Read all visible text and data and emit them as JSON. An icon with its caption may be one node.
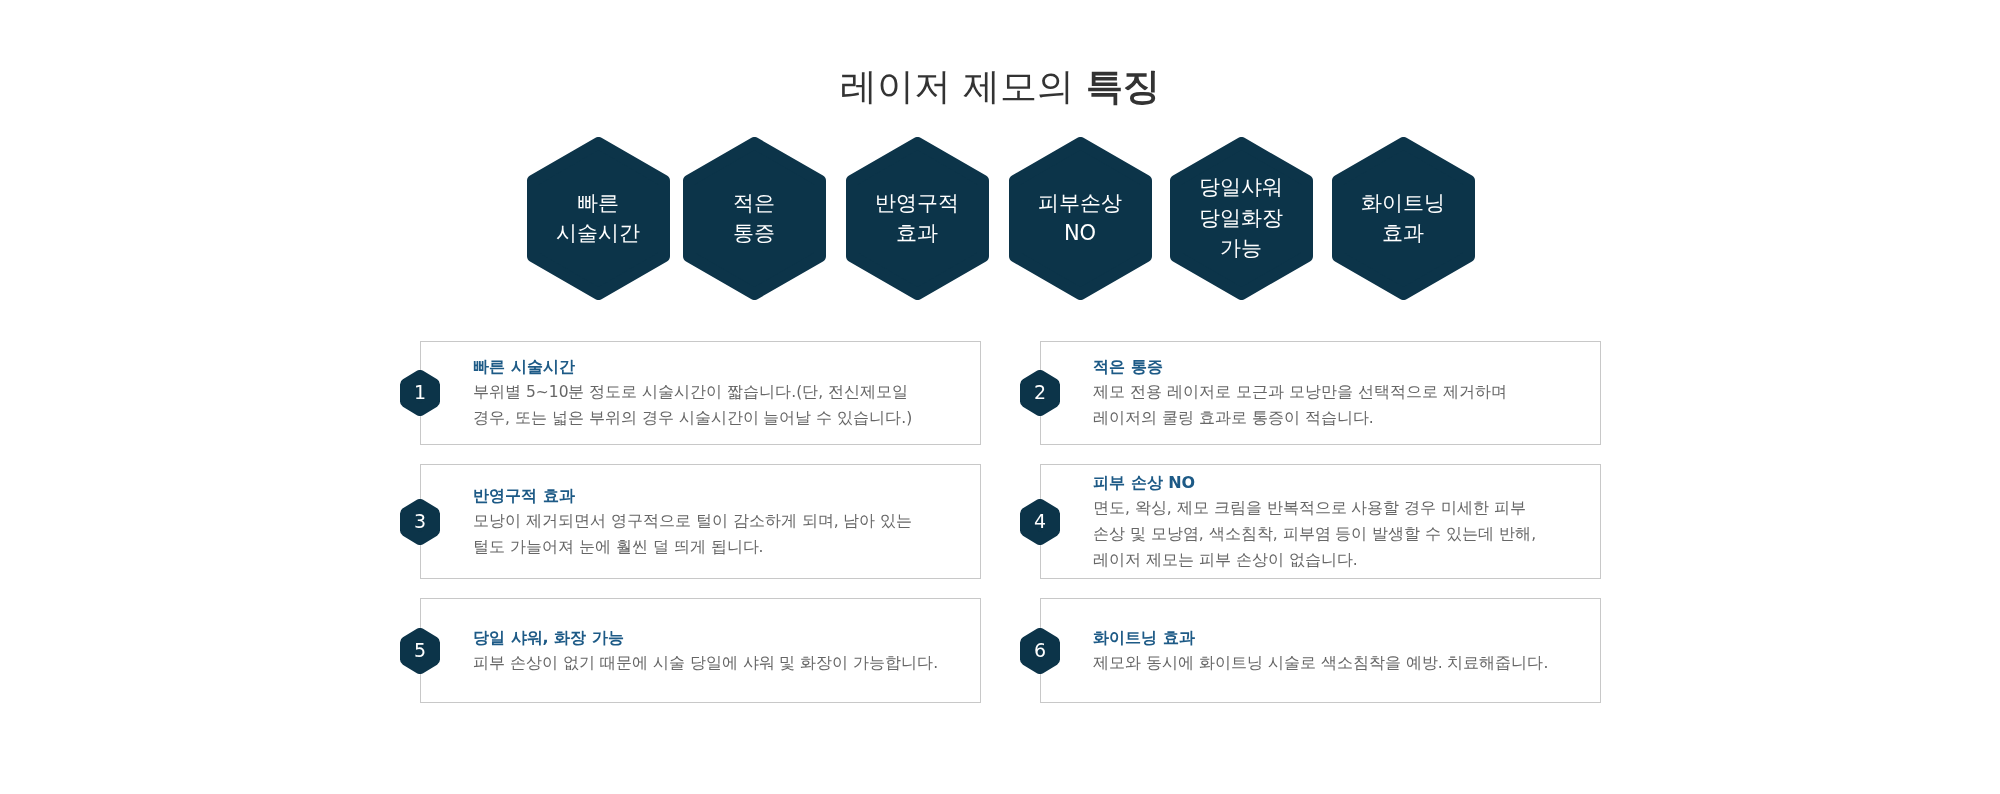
{
  "diagram": {
    "title": "레이저 제모의 **특징**",
    "nodes": [
      {
        "text": [
          "빠른 시술시간"
        ]
      },
      {
        "text": [
          "적은 통증"
        ]
      },
      {
        "text": [
          "반영구적 효과"
        ]
      },
      {
        "text": [
          "피부손상 NO"
        ]
      },
      {
        "text": [
          "당일샤워 당일화장 가능"
        ]
      },
      {
        "text": [
          "화이트닝 효과"
        ]
      },
      {
        "text": [
          "1"
        ]
      },
      {
        "text": [
          "빠른 시술시간",
          "부위별 5~10분 정도로 시술시간이 짧습니다.(단, 전신제모일 경우, 또는 넓은 부위의 경우 시술시간이 늘어날 수 있습니다.)"
        ]
      },
      {
        "text": [
          "2"
        ]
      },
      {
        "text": [
          "적은 통증",
          "제모 전용 레이저로 모근과 모낭만을 선택적으로 제거하며 레이저의 쿨링 효과로 통증이 적습니다."
        ]
      },
      {
        "text": [
          "3"
        ]
      },
      {
        "text": [
          "반영구적 효과",
          "모낭이 제거되면서 영구적으로 털이 감소하게 되며, 남아 있는 털도 가늘어져 눈에 훨씬 덜 띄게 됩니다."
        ]
      },
      {
        "text": [
          "4"
        ]
      },
      {
        "text": [
          "피부 손상 NO",
          "면도, 왁싱, 제모 크림을 반복적으로 사용할 경우 미세한 피부 손상 및 모낭염, 색소침착, 피부염 등이 발생할 수 있는데 반해, 레이저 제모는 피부 손상이 없습니다."
        ]
      },
      {
        "text": [
          "5"
        ]
      },
      {
        "text": [
          "당일 샤워, 화장 가능",
          "피부 손상이 없기 때문에 시술 당일에 샤워 및 화장이 가능합니다."
        ]
      },
      {
        "text": [
          "6"
        ]
      },
      {
        "text": [
          "화이트닝 효과",
          "제모와 동시에 화이트닝 시술로 색소침착을 예방. 치료해줍니다."
        ]
      }
    ]
  }
}
